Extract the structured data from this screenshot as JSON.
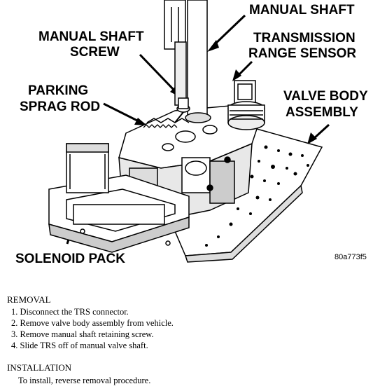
{
  "figure": {
    "labels": {
      "manual_shaft": "MANUAL SHAFT",
      "manual_shaft_screw_1": "MANUAL SHAFT",
      "manual_shaft_screw_2": "SCREW",
      "trs_1": "TRANSMISSION",
      "trs_2": "RANGE SENSOR",
      "parking_1": "PARKING",
      "parking_2": "SPRAG ROD",
      "valve_body_1": "VALVE BODY",
      "valve_body_2": "ASSEMBLY",
      "solenoid_pack": "SOLENOID PACK"
    },
    "figure_id": "80a773f5"
  },
  "removal": {
    "heading": "REMOVAL",
    "steps": [
      "1. Disconnect the TRS connector.",
      "2. Remove valve body assembly from vehicle.",
      "3. Remove manual shaft retaining screw.",
      "4. Slide TRS off of manual valve shaft."
    ]
  },
  "installation": {
    "heading": "INSTALLATION",
    "text": "To install, reverse removal procedure."
  }
}
